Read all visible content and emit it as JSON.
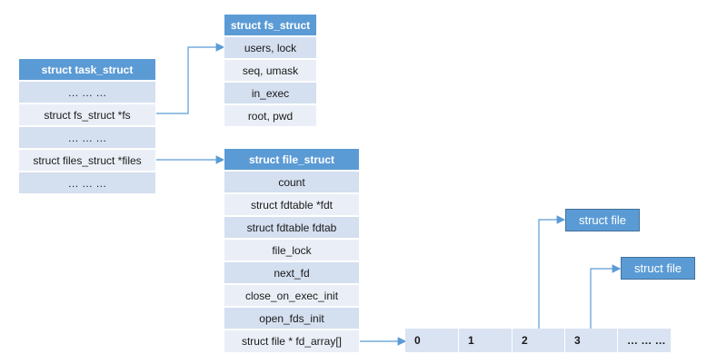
{
  "task_struct": {
    "title": "struct task_struct",
    "rows": [
      "… … …",
      "struct fs_struct *fs",
      "… … …",
      "struct files_struct *files",
      "… … …"
    ]
  },
  "fs_struct": {
    "title": "struct fs_struct",
    "rows": [
      "users, lock",
      "seq, umask",
      "in_exec",
      "root, pwd"
    ]
  },
  "file_struct": {
    "title": "struct file_struct",
    "rows": [
      "count",
      "struct fdtable *fdt",
      "struct fdtable fdtab",
      "file_lock",
      "next_fd",
      "close_on_exec_init",
      "open_fds_init",
      "struct file * fd_array[]"
    ]
  },
  "fd_array": {
    "cells": [
      "0",
      "1",
      "2",
      "3",
      "… … …"
    ]
  },
  "file_boxes": [
    "struct file",
    "struct file"
  ],
  "colors": {
    "header": "#5b9bd5",
    "row_dark": "#d4dff0",
    "row_light": "#eaeff7",
    "arrow": "#5b9bd5"
  }
}
